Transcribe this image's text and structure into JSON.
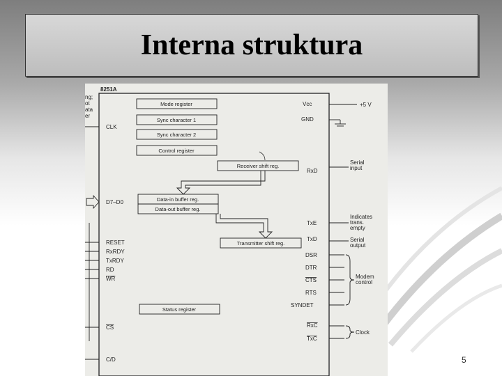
{
  "slide": {
    "title": "Interna struktura",
    "page_number": "5"
  },
  "diagram": {
    "chip": "8251A",
    "left_cut_text": [
      "ng;",
      "ot",
      "ata",
      "er"
    ],
    "left_pins": {
      "clk": "CLK",
      "data_bus": "D7–D0",
      "reset": "RESET",
      "rxrdy": "RxRDY",
      "txrdy": "TxRDY",
      "rd": "RD",
      "wr": "WR",
      "cs": "CS",
      "cd": "C/D"
    },
    "blocks": {
      "mode": "Mode register",
      "sync1": "Sync character 1",
      "sync2": "Sync character 2",
      "control": "Control register",
      "receiver": "Receiver shift reg.",
      "data_in": "Data-in buffer reg.",
      "data_out": "Data-out buffer reg.",
      "transmitter": "Transmitter shift reg.",
      "status": "Status register"
    },
    "right_pins": {
      "vcc": "Vcc",
      "gnd": "GND",
      "rxd": "RxD",
      "txe": "TxE",
      "txd": "TxD",
      "dsr": "DSR",
      "dtr": "DTR",
      "cts": "CTS",
      "rts": "RTS",
      "syndet": "SYNDET",
      "rxc": "RxC",
      "txc": "TxC"
    },
    "annotations": {
      "power": "+5 V",
      "serial_input": [
        "Serial",
        "input"
      ],
      "indicates": [
        "Indicates",
        "trans.",
        "empty"
      ],
      "serial_output": [
        "Serial",
        "output"
      ],
      "modem": [
        "Modem",
        "control"
      ],
      "clock": "Clock"
    }
  }
}
